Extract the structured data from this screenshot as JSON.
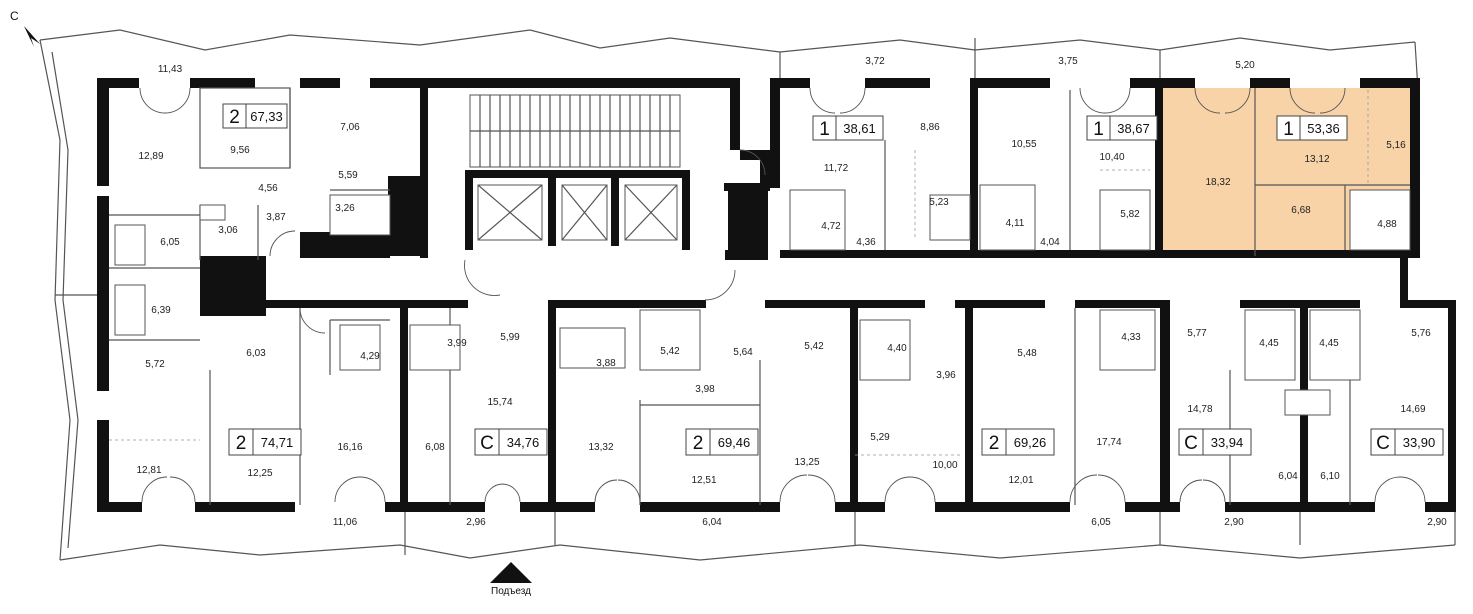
{
  "compass": {
    "label": "С"
  },
  "entrance": {
    "label": "Подъезд"
  },
  "highlight_color": "#f9d3a8",
  "apartments": [
    {
      "id": "apt-2-67",
      "rooms": "2",
      "area": "67,33",
      "highlighted": false
    },
    {
      "id": "apt-1-38-61",
      "rooms": "1",
      "area": "38,61",
      "highlighted": false
    },
    {
      "id": "apt-1-38-67",
      "rooms": "1",
      "area": "38,67",
      "highlighted": false
    },
    {
      "id": "apt-1-53-36",
      "rooms": "1",
      "area": "53,36",
      "highlighted": true
    },
    {
      "id": "apt-2-74-71",
      "rooms": "2",
      "area": "74,71",
      "highlighted": false
    },
    {
      "id": "apt-s-34-76",
      "rooms": "С",
      "area": "34,76",
      "highlighted": false
    },
    {
      "id": "apt-2-69-46",
      "rooms": "2",
      "area": "69,46",
      "highlighted": false
    },
    {
      "id": "apt-2-69-26",
      "rooms": "2",
      "area": "69,26",
      "highlighted": false
    },
    {
      "id": "apt-s-33-94",
      "rooms": "С",
      "area": "33,94",
      "highlighted": false
    },
    {
      "id": "apt-s-33-90",
      "rooms": "С",
      "area": "33,90",
      "highlighted": false
    }
  ],
  "room_areas": [
    "11,43",
    "3,72",
    "3,75",
    "5,20",
    "12,89",
    "9,56",
    "7,06",
    "5,59",
    "4,56",
    "3,87",
    "3,06",
    "3,26",
    "6,05",
    "6,39",
    "5,72",
    "6,03",
    "12,81",
    "12,25",
    "11,06",
    "8,86",
    "11,72",
    "4,72",
    "4,36",
    "5,23",
    "10,55",
    "10,40",
    "4,11",
    "4,04",
    "5,82",
    "18,32",
    "13,12",
    "5,16",
    "6,68",
    "4,88",
    "4,29",
    "16,16",
    "3,99",
    "5,99",
    "15,74",
    "6,08",
    "2,96",
    "3,88",
    "5,42",
    "5,64",
    "3,98",
    "13,32",
    "12,51",
    "13,25",
    "5,42",
    "6,04",
    "4,40",
    "3,96",
    "5,29",
    "10,00",
    "5,48",
    "4,33",
    "17,74",
    "12,01",
    "6,05",
    "5,77",
    "4,45",
    "14,78",
    "6,04",
    "2,90",
    "4,45",
    "5,76",
    "14,69",
    "6,10",
    "2,90"
  ]
}
